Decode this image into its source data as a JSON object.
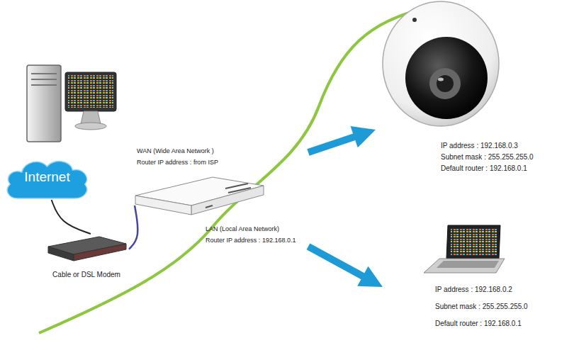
{
  "diagram": {
    "nodes": [
      {
        "text": [
          "Internet"
        ]
      },
      {
        "text": [
          "Cable or DSL Modem"
        ]
      },
      {
        "text": [
          "WAN (Wide Area Network )",
          "Router IP address : from ISP",
          "LAN (Local Area Network)",
          "Router IP address : 192.168.0.1"
        ]
      },
      {
        "text": [
          "IP address : 192.168.0.3",
          "Subnet mask : 255.255.255.0",
          "Default router : 192.168.0.1"
        ]
      },
      {
        "text": [
          "IP address : 192.168.0.2",
          "Subnet mask : 255.255.255.0",
          "Default router : 192.168.0.1"
        ]
      }
    ],
    "edges": [
      {
        "from": 0,
        "to": 1,
        "arrow": "none"
      },
      {
        "from": 1,
        "to": 2,
        "arrow": "none"
      },
      {
        "from": 2,
        "to": 3,
        "arrow": "to"
      },
      {
        "from": 2,
        "to": 4,
        "arrow": "to"
      }
    ]
  }
}
